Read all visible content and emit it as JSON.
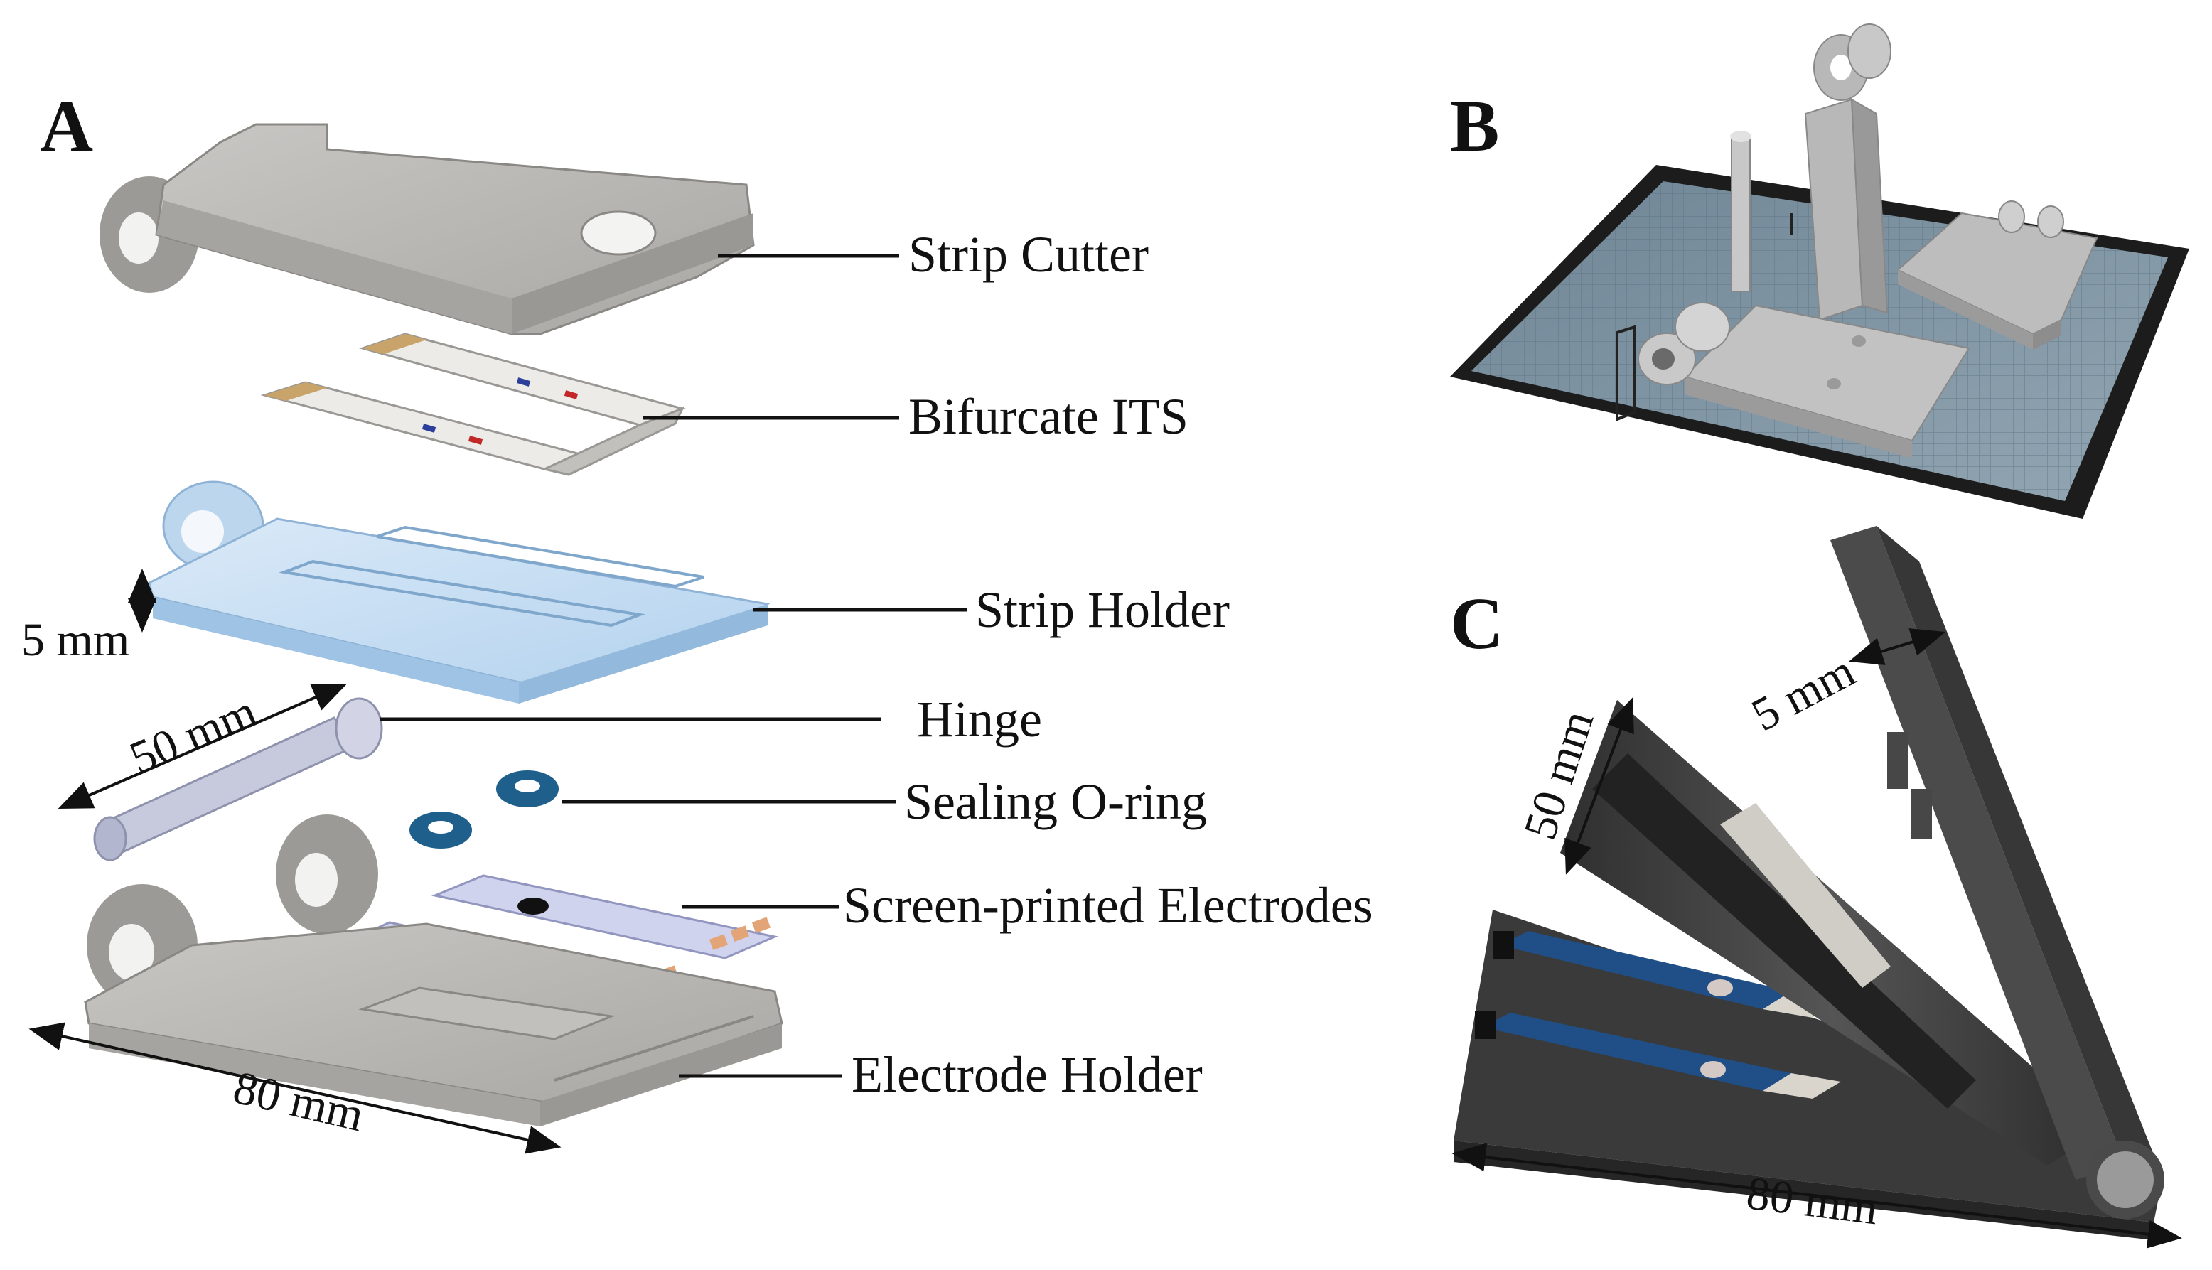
{
  "panels": {
    "a": "A",
    "b": "B",
    "c": "C"
  },
  "parts": {
    "strip_cutter": "Strip Cutter",
    "bifurcate_its": "Bifurcate ITS",
    "strip_holder": "Strip Holder",
    "hinge": "Hinge",
    "sealing_o_ring": "Sealing O-ring",
    "screen_printed_electrodes": "Screen-printed Electrodes",
    "electrode_holder": "Electrode Holder"
  },
  "dimensions": {
    "a_thickness": "5 mm",
    "a_hinge_length": "50 mm",
    "a_holder_width": "80 mm",
    "c_thickness": "5 mm",
    "c_length": "50 mm",
    "c_width": "80 mm"
  },
  "colors": {
    "grey_part": "#b9b7b4",
    "grey_dark": "#8a8884",
    "blue_holder": "#c7dff3",
    "blue_edge": "#9fc3e4",
    "o_ring": "#1e5f8c",
    "electrode": "#cfd3ee",
    "contact": "#e3a577",
    "photo_dark": "#3e3e3e",
    "build_plate": "#6f8696"
  }
}
